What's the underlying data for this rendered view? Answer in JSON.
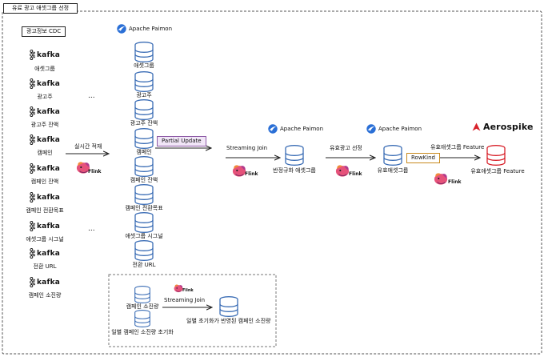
{
  "title": "유료 광고 애셋그룹 선정",
  "cdc_label": "광고정보 CDC",
  "kafka": {
    "logo_text": "kafka",
    "topics": [
      "애셋그룹",
      "광고주",
      "광고주 잔액",
      "캠페인",
      "캠페인 잔액",
      "캠페인 전환목표",
      "애셋그룹 시그널",
      "전환 URL",
      "캠페인 소진량"
    ]
  },
  "ellipsis": "...",
  "paimon_text": "Apache Paimon",
  "flink_text": "Flink",
  "realtime_label": "실시간 적재",
  "paimon_tables": [
    "애셋그룹",
    "광고주",
    "광고주 잔액",
    "캠페인",
    "캠페인 잔액",
    "캠페인 전환목표",
    "애셋그룹 시그널",
    "전환 URL"
  ],
  "partial_update": "Partial Update",
  "streaming_join": "Streaming Join",
  "denorm_table": "반정규화 애셋그룹",
  "paid_selection": "유효광고 선정",
  "valid_table": "유효애셋그룹",
  "rowkind": "RowKind",
  "aerospike_text": "Aerospike",
  "feature_arrow": "유효애셋그룹 Feature",
  "feature_table": "유효애셋그룹 Feature",
  "sub": {
    "consumption": "캠페인 소진량",
    "daily_reset": "일별 캠페인 소진량 초기화",
    "streaming_join": "Streaming Join",
    "flink_text": "Flink",
    "result": "일별 초기화가 반영된 캠페인 소진량"
  },
  "colors": {
    "paimon_blue": "#2a6fd6",
    "db_stroke": "#3b6db5",
    "aerospike_red": "#d8212a",
    "partial_bg": "#f1e6f7",
    "partial_border": "#8d5aa6",
    "rowkind_border": "#c98a1e"
  },
  "icons": {
    "kafka": "kafka-logo-icon",
    "paimon": "paimon-bird-icon",
    "flink": "flink-squirrel-icon",
    "db": "database-cylinder-icon",
    "aerospike": "aerospike-logo-icon"
  }
}
